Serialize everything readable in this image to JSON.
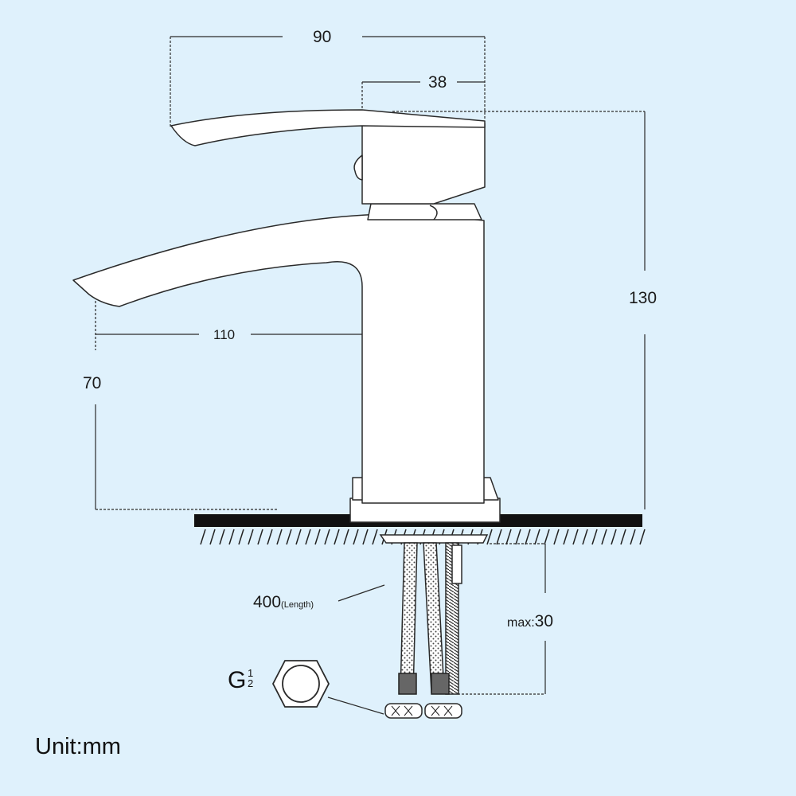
{
  "dimensions": {
    "width_overall": "90",
    "handle_depth": "38",
    "height_overall": "130",
    "spout_reach": "110",
    "spout_height": "70",
    "hose_length": "400",
    "hose_length_note": "(Length)",
    "max_deck_prefix": "max:",
    "max_deck_value": "30"
  },
  "thread": {
    "letter": "G",
    "numerator": "1",
    "denominator": "2"
  },
  "unit": "Unit:mm",
  "colors": {
    "background": "#dff1fc",
    "line": "#2a2a2a",
    "counter": "#111111"
  }
}
